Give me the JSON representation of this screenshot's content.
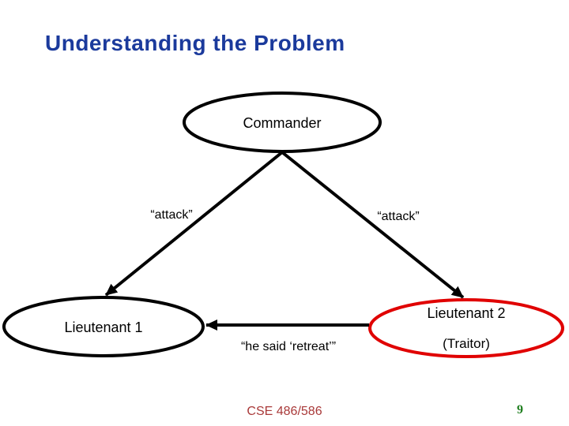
{
  "slide": {
    "title": "Understanding the Problem",
    "footer": {
      "course": "CSE 486/586",
      "page_number": "9"
    }
  },
  "diagram": {
    "nodes": {
      "commander": {
        "label": "Commander"
      },
      "lieutenant1": {
        "label": "Lieutenant 1"
      },
      "lieutenant2": {
        "label": "Lieutenant 2",
        "sublabel": "(Traitor)"
      }
    },
    "edges": {
      "commander_to_lieutenant1": {
        "label": "“attack”"
      },
      "commander_to_lieutenant2": {
        "label": "“attack”"
      },
      "lieutenant2_to_lieutenant1": {
        "label": "“he said ‘retreat’”"
      }
    }
  },
  "colors": {
    "title_blue": "#1b3a9c",
    "node_black": "#000000",
    "traitor_red": "#e00000",
    "footer_maroon": "#a93939",
    "page_green": "#1e7e1e"
  }
}
